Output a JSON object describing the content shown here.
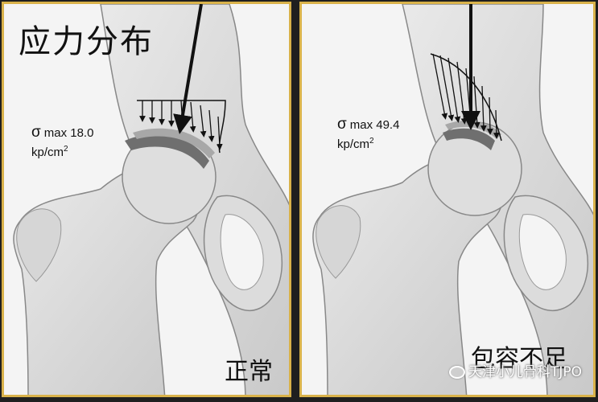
{
  "title": "应力分布",
  "panels": [
    {
      "caption": "正常",
      "stress_symbol": "σ",
      "stress_value": "max 18.0",
      "stress_unit_base": "kp/cm",
      "stress_unit_exp": "2"
    },
    {
      "caption": "包容不足",
      "stress_symbol": "σ",
      "stress_value": "max 49.4",
      "stress_unit_base": "kp/cm",
      "stress_unit_exp": "2"
    }
  ],
  "watermark": "天津小儿骨科TJPO"
}
